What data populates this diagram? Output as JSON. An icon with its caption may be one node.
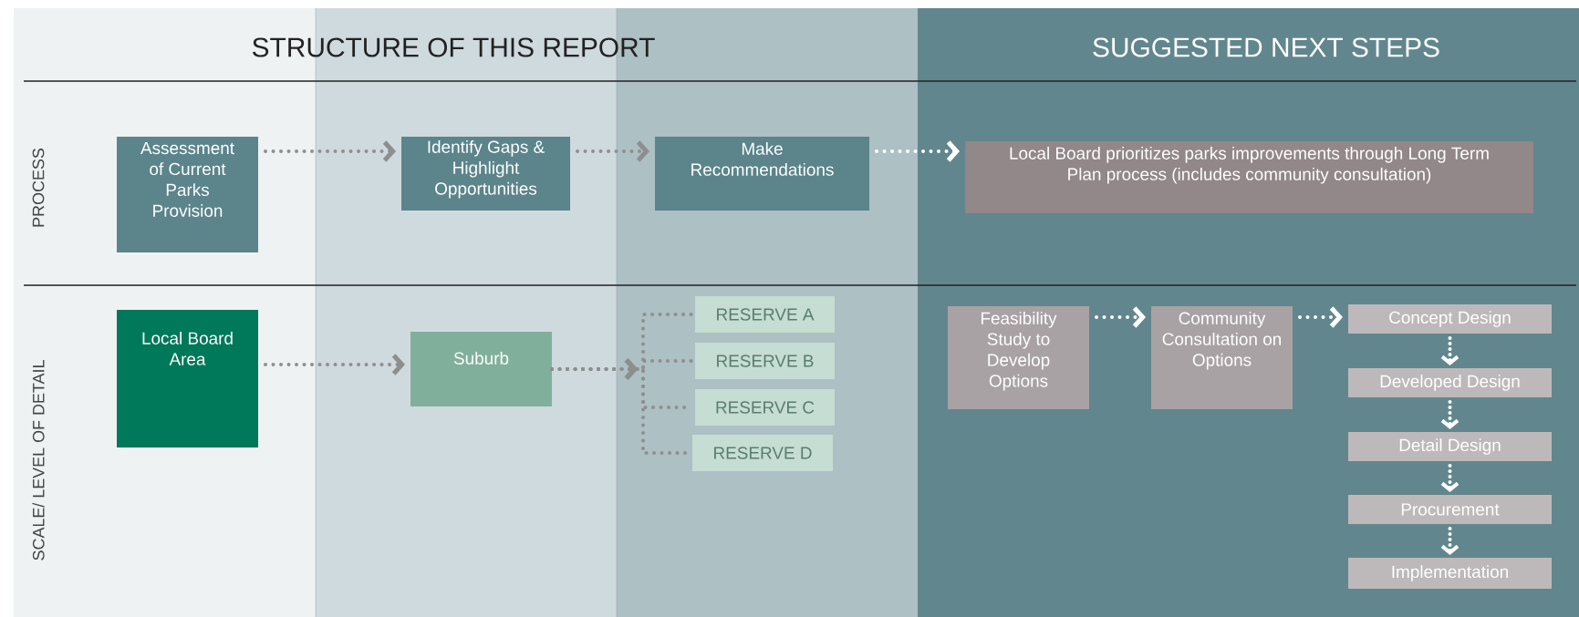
{
  "diagram": {
    "nodes": [
      {
        "text": [
          "Assessment of Current Parks Provision"
        ]
      },
      {
        "text": [
          "Identify Gaps & Highlight Opportunities"
        ]
      },
      {
        "text": [
          "Make Recommendations"
        ]
      },
      {
        "text": [
          "Local Board prioritizes parks improvements through Long Term Plan process (includes  community consultation)"
        ]
      },
      {
        "text": [
          "Local Board Area"
        ]
      },
      {
        "text": [
          "Suburb"
        ]
      },
      {
        "text": [
          "RESERVE A"
        ]
      },
      {
        "text": [
          "RESERVE B"
        ]
      },
      {
        "text": [
          "RESERVE C"
        ]
      },
      {
        "text": [
          "RESERVE D"
        ]
      },
      {
        "text": [
          "Feasibility Study to Develop Options"
        ]
      },
      {
        "text": [
          "Community Consultation on Options"
        ]
      },
      {
        "text": [
          "Concept Design"
        ]
      },
      {
        "text": [
          "Developed Design"
        ]
      },
      {
        "text": [
          "Detail Design"
        ]
      },
      {
        "text": [
          "Procurement"
        ]
      },
      {
        "text": [
          "Implementation"
        ]
      }
    ],
    "edges": [
      {
        "from": 0,
        "to": 1,
        "arrow": "to",
        "style": "dashed",
        "color": "#8e8e8e"
      },
      {
        "from": 1,
        "to": 2,
        "arrow": "to",
        "style": "dashed",
        "color": "#8e8e8e"
      },
      {
        "from": 2,
        "to": 3,
        "arrow": "to",
        "style": "dashed",
        "color": "#ffffff"
      },
      {
        "from": 4,
        "to": 5,
        "arrow": "to",
        "style": "dashed",
        "color": "#8e8e8e"
      },
      {
        "from": 5,
        "to": 6,
        "arrow": "to",
        "style": "dashed",
        "color": "#8e8e8e"
      },
      {
        "from": 5,
        "to": 7,
        "arrow": "to",
        "style": "dashed",
        "color": "#8e8e8e"
      },
      {
        "from": 5,
        "to": 8,
        "arrow": "to",
        "style": "dashed",
        "color": "#8e8e8e"
      },
      {
        "from": 5,
        "to": 9,
        "arrow": "to",
        "style": "dashed",
        "color": "#8e8e8e"
      },
      {
        "from": 10,
        "to": 11,
        "arrow": "to",
        "style": "dashed",
        "color": "#ffffff"
      },
      {
        "from": 11,
        "to": 12,
        "arrow": "to",
        "style": "dashed",
        "color": "#ffffff"
      },
      {
        "from": 12,
        "to": 13,
        "arrow": "to",
        "style": "dashed",
        "color": "#ffffff"
      },
      {
        "from": 13,
        "to": 14,
        "arrow": "to",
        "style": "dashed",
        "color": "#ffffff"
      },
      {
        "from": 14,
        "to": 15,
        "arrow": "to",
        "style": "dashed",
        "color": "#ffffff"
      },
      {
        "from": 15,
        "to": 16,
        "arrow": "to",
        "style": "dashed",
        "color": "#ffffff"
      }
    ],
    "labels": [
      "STRUCTURE OF THIS REPORT",
      "SUGGESTED NEXT STEPS",
      "PROCESS",
      "SCALE/ LEVEL OF DETAIL"
    ]
  }
}
